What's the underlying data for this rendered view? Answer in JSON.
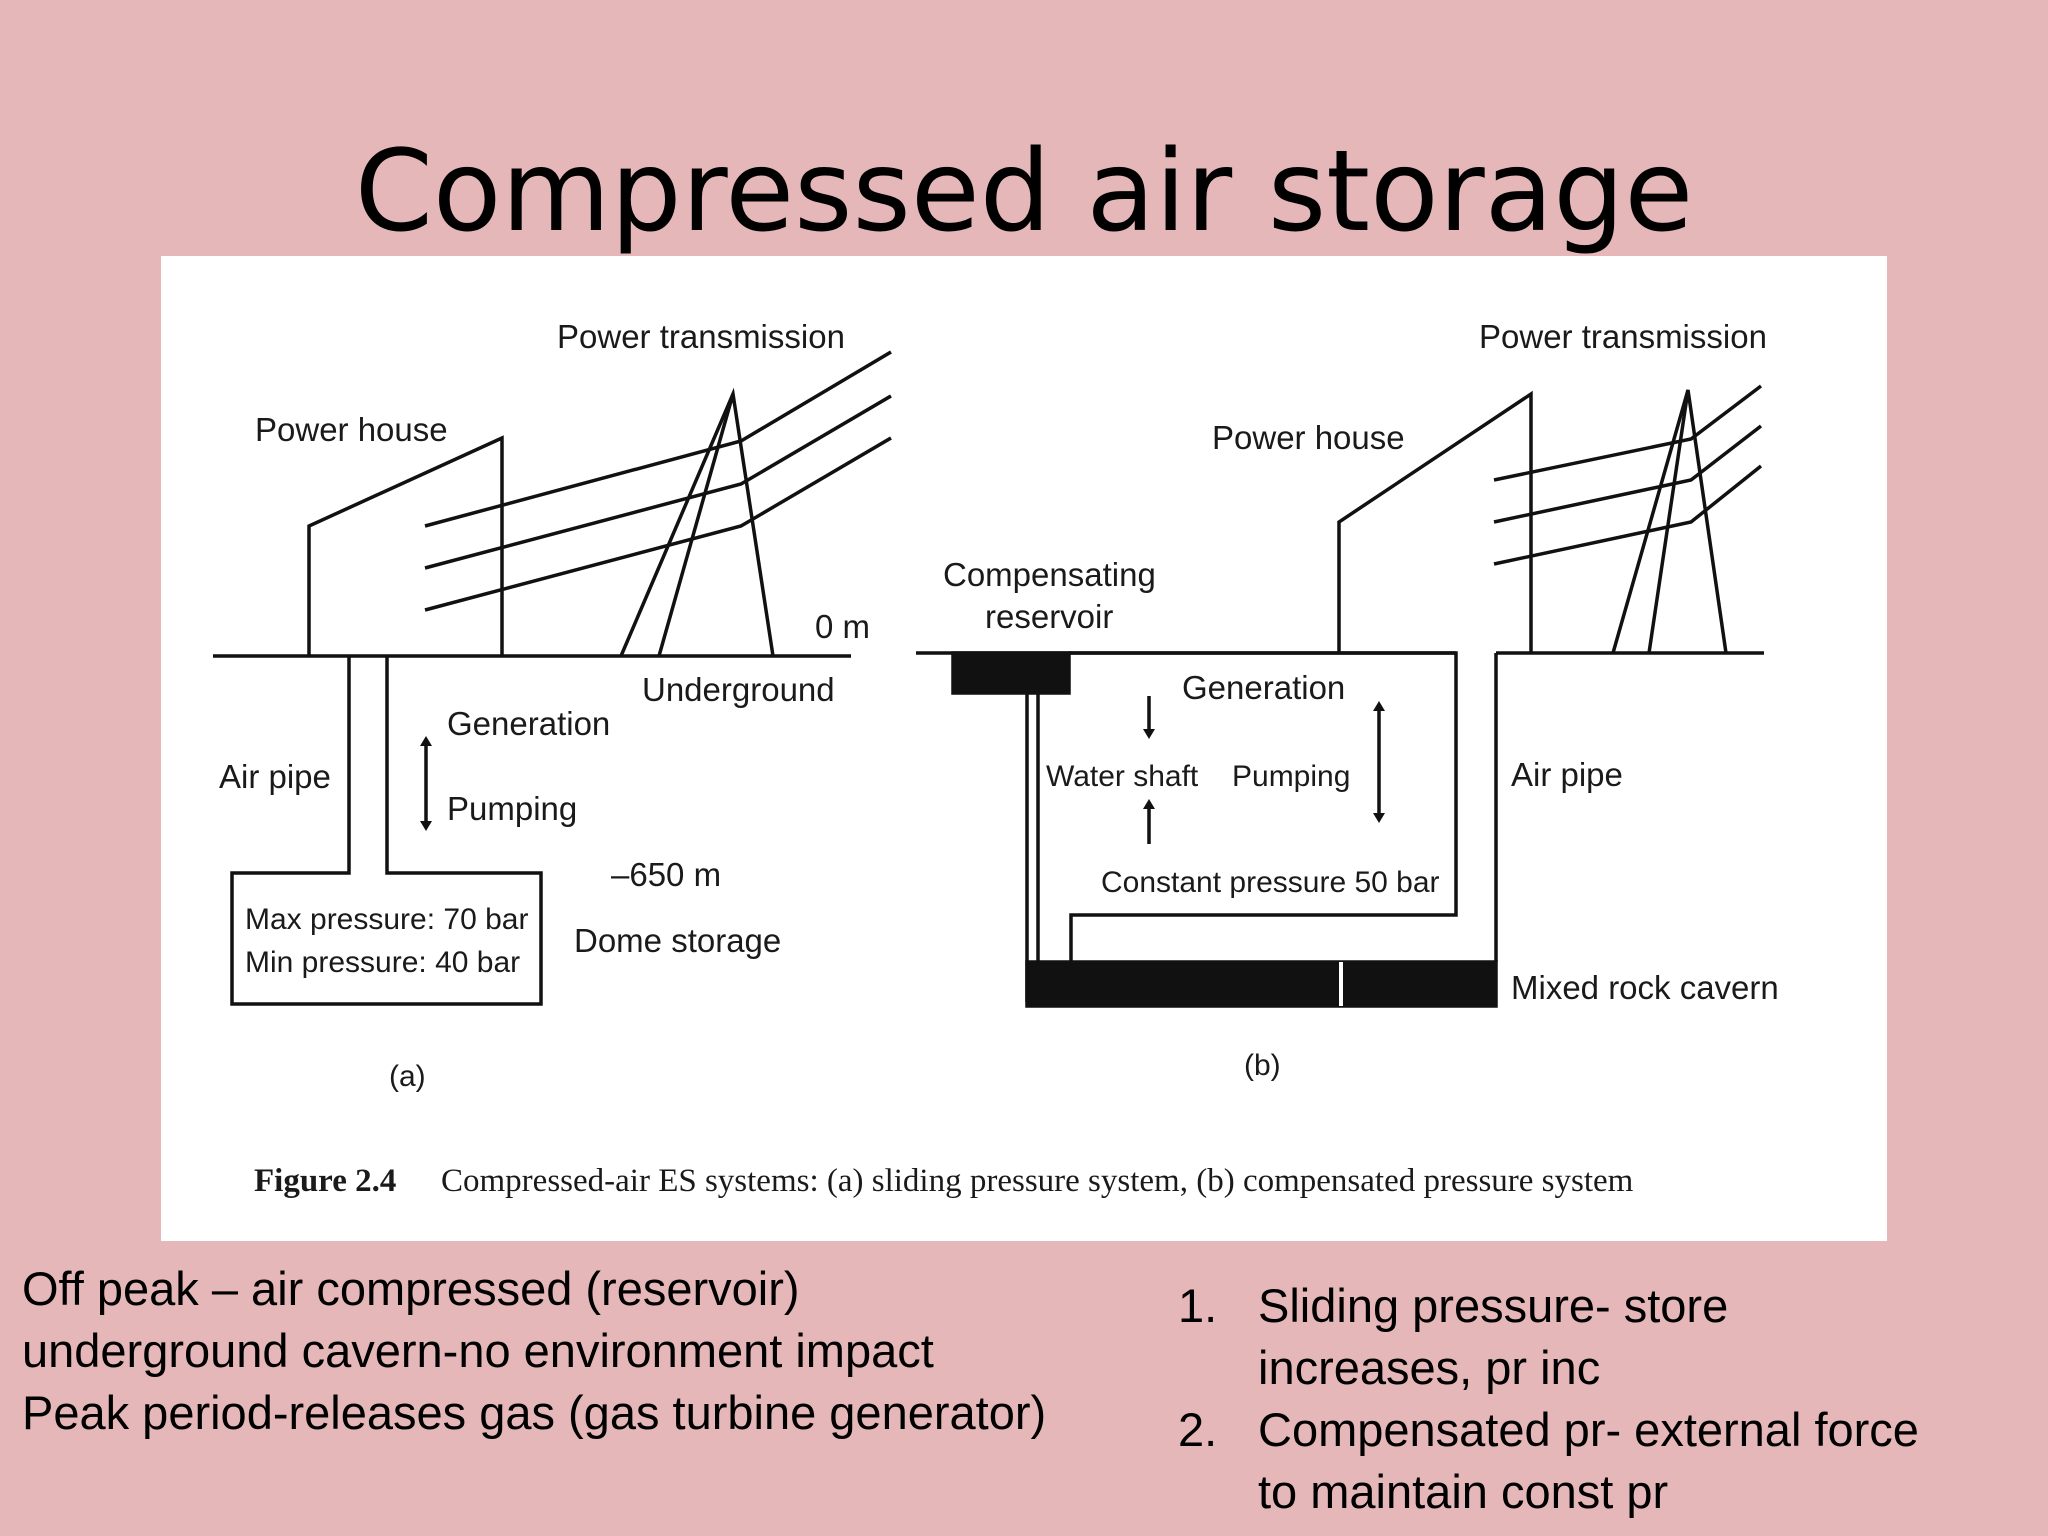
{
  "slide": {
    "title": "Compressed air storage"
  },
  "figure": {
    "a": {
      "power_transmission": "Power transmission",
      "power_house": "Power house",
      "zero_m": "0 m",
      "underground": "Underground",
      "generation": "Generation",
      "pumping": "Pumping",
      "air_pipe": "Air pipe",
      "depth": "–650 m",
      "max_pressure": "Max pressure: 70 bar",
      "min_pressure": "Min pressure: 40 bar",
      "dome_storage": "Dome storage",
      "panel_label": "(a)"
    },
    "b": {
      "power_transmission": "Power transmission",
      "power_house": "Power house",
      "compensating_1": "Compensating",
      "compensating_2": "reservoir",
      "generation": "Generation",
      "water_shaft": "Water shaft",
      "pumping": "Pumping",
      "air_pipe": "Air pipe",
      "constant_pressure": "Constant pressure 50 bar",
      "mixed_rock": "Mixed rock cavern",
      "panel_label": "(b)"
    },
    "caption_bold": "Figure 2.4",
    "caption_text": "Compressed-air ES systems: (a) sliding pressure system, (b) compensated pressure system"
  },
  "notes": {
    "left": [
      "Off peak – air compressed (reservoir)",
      "underground cavern-no environment impact",
      "Peak period-releases gas (gas turbine generator)"
    ],
    "right": [
      {
        "num": "1.",
        "line1": "Sliding pressure- store",
        "line2": "increases, pr inc"
      },
      {
        "num": "2.",
        "line1": "Compensated pr- external force",
        "line2": "to maintain const pr"
      }
    ]
  }
}
